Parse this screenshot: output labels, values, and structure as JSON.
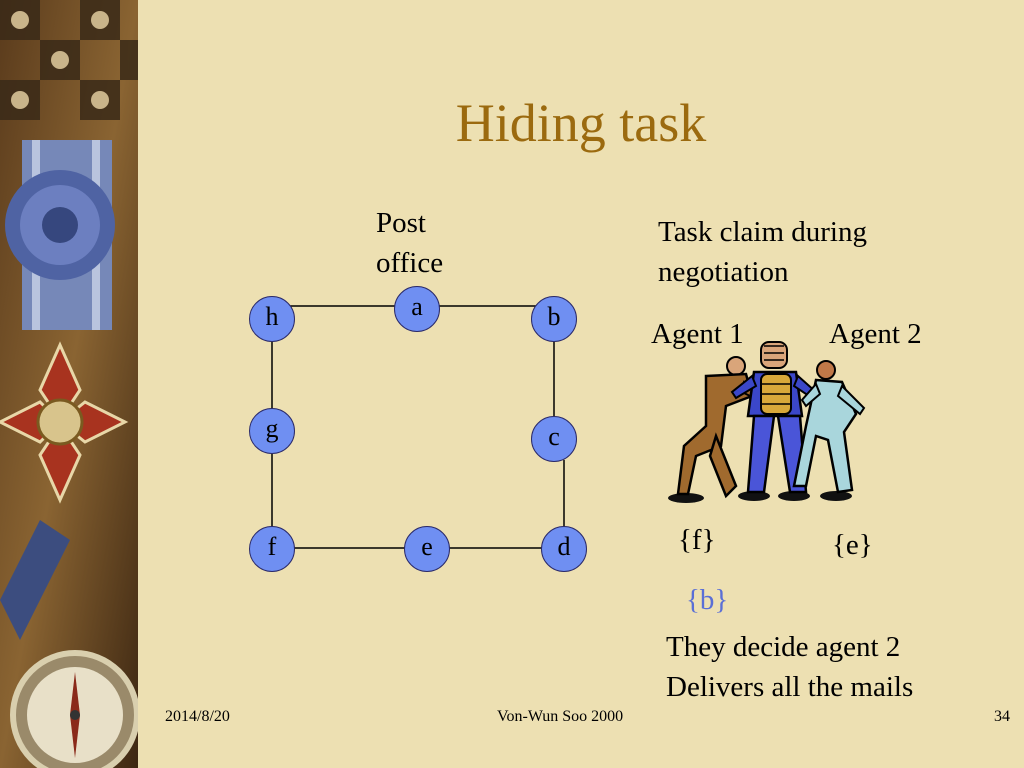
{
  "title": "Hiding task",
  "graph": {
    "post_office_label_line1": "Post",
    "post_office_label_line2": "office",
    "nodes": [
      "a",
      "b",
      "c",
      "d",
      "e",
      "f",
      "g",
      "h"
    ]
  },
  "right_panel": {
    "claim_line1": "Task claim during",
    "claim_line2": "negotiation",
    "agent1": "Agent 1",
    "agent2": "Agent 2",
    "set_agent1": "{f}",
    "set_agent2": "{e}",
    "set_hidden": "{b}",
    "decision_line1": "They decide agent 2",
    "decision_line2": "Delivers all the mails"
  },
  "footer": {
    "date": "2014/8/20",
    "author": "Von-Wun Soo 2000",
    "page": "34"
  },
  "colors": {
    "background": "#ede0b2",
    "title": "#9b6a0f",
    "node_fill": "#6f8ff2",
    "hidden_set": "#5a6fd6"
  }
}
